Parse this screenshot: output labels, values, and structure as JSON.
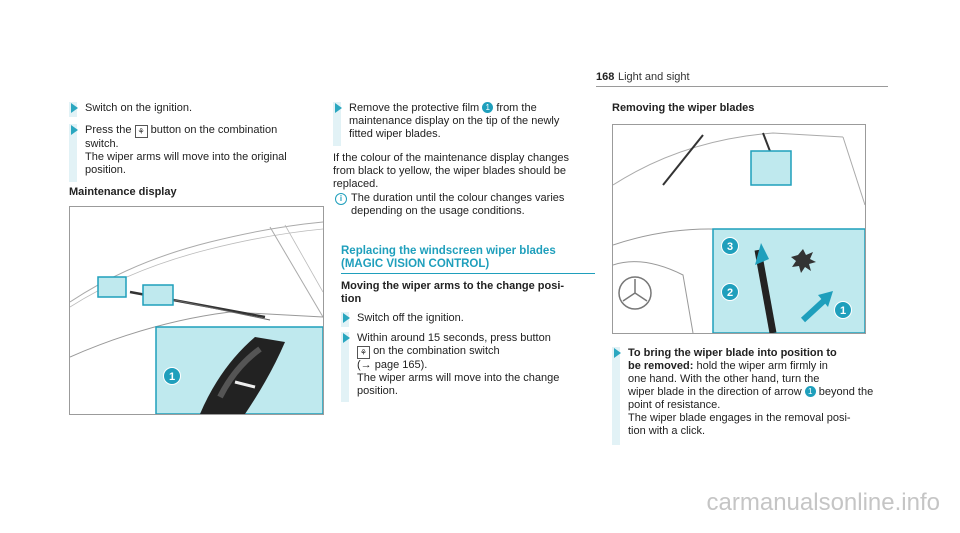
{
  "header": {
    "page_number": "168",
    "section": "Light and sight"
  },
  "col1": {
    "step1": "Switch on the ignition.",
    "step2_a": "Press the",
    "step2_b": "button on the combination\nswitch.\nThe wiper arms will move into the original\nposition.",
    "heading": "Maintenance display",
    "figure_callout": "1"
  },
  "col2": {
    "step1_a": "Remove the protective film",
    "step1_b": "from the\nmaintenance display on the tip of the newly\nfitted wiper blades.",
    "callout_1": "1",
    "para": "If the colour of the maintenance display changes\nfrom black to yellow, the wiper blades should be\nreplaced.",
    "note": "The duration until the colour changes varies\ndepending on the usage conditions.",
    "section_title": "Replacing the windscreen wiper blades\n(MAGIC VISION CONTROL)",
    "sub_heading": "Moving the wiper arms to the change posi-\ntion",
    "step2": "Switch off the ignition.",
    "step3_a": "Within around 15 seconds, press button",
    "step3_b": "on the combination switch\n(→ page 165).\nThe wiper arms will move into the change\nposition."
  },
  "col3": {
    "heading": "Removing the wiper blades",
    "callouts": [
      "3",
      "2",
      "1"
    ],
    "step_bold": "To bring the wiper blade into position to\nbe removed:",
    "step_text_a": "hold the wiper arm firmly in\none hand. With the other hand, turn the\nwiper blade in the direction of arrow",
    "step_text_b": "beyond the point of resistance.\nThe wiper blade engages in the removal posi-\ntion with a click.",
    "inline_callout": "1"
  },
  "footer": {
    "watermark": "carmanualsonline.info"
  },
  "colors": {
    "accent": "#1f9fbc",
    "highlight": "#bfe9ee",
    "step_bar": "#e2f2f6"
  }
}
